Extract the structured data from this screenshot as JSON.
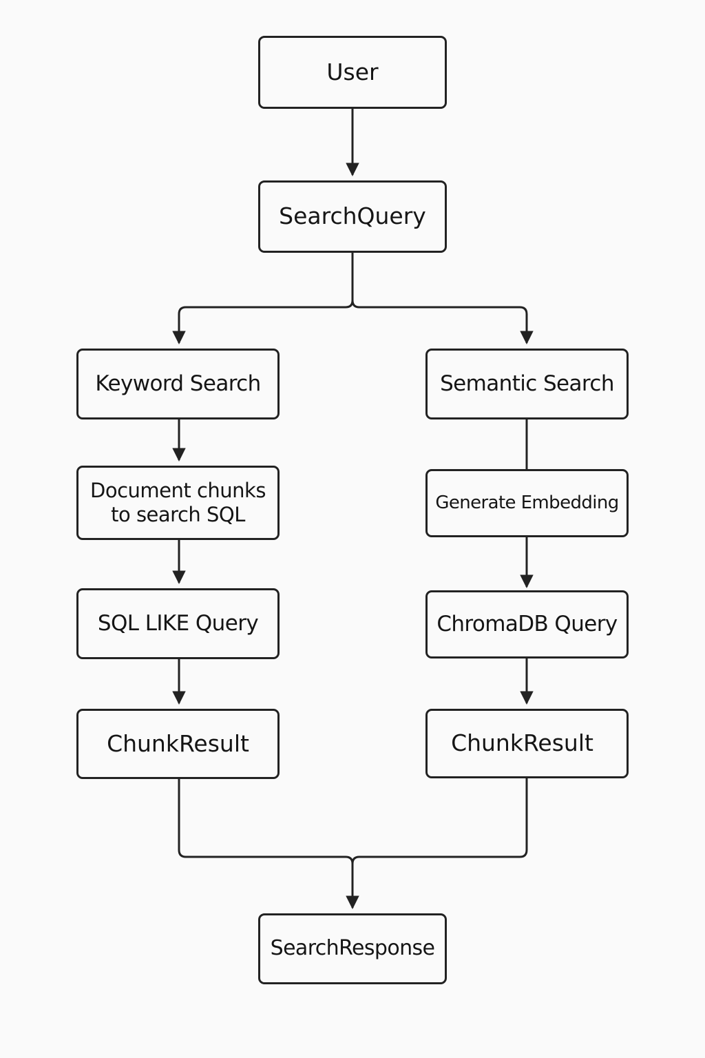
{
  "nodes": {
    "user": "User",
    "search_query": "SearchQuery",
    "keyword_search": "Keyword Search",
    "semantic_search": "Semantic Search",
    "document_chunks": [
      "Document chunks",
      "to search SQL"
    ],
    "generate_embedding": "Generate Embedding",
    "sql_like_query": "SQL LIKE Query",
    "chromadb_query": "ChromaDB Query",
    "chunk_result_left": "ChunkResult",
    "chunk_result_right": "ChunkResult",
    "search_response": "SearchResponse"
  },
  "colors": {
    "stroke": "#222222",
    "background": "#fafafa",
    "text": "#151515"
  }
}
